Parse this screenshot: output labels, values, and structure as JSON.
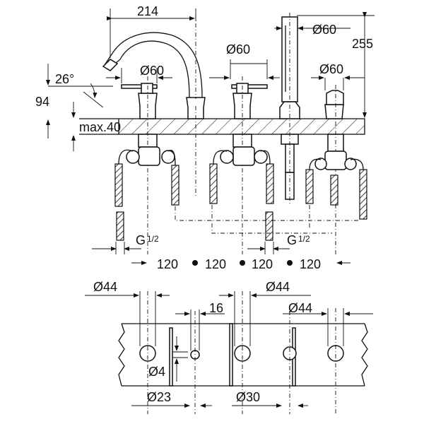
{
  "elevation": {
    "spout_width": "214",
    "angle": "26°",
    "height_left": "94",
    "deck_thickness": "max.40",
    "total_height": "255",
    "dia_handle_left": "Ø60",
    "dia_handle_mid": "Ø60",
    "dia_shower": "Ø60",
    "dia_diverter": "Ø60",
    "thread_left": "G",
    "thread_left_frac": "1/2",
    "thread_right": "G",
    "thread_right_frac": "1/2",
    "spacings": [
      "120",
      "120",
      "120",
      "120"
    ]
  },
  "plan": {
    "dia_a": "Ø44",
    "dia_b": "Ø44",
    "dia_c": "Ø44",
    "offset": "16",
    "dia_small": "Ø4",
    "dia_23": "Ø23",
    "dia_30": "Ø30"
  }
}
